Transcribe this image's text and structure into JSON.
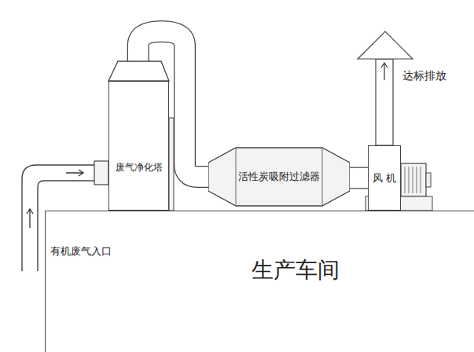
{
  "diagram": {
    "nodes": [
      {
        "text": [
          "废气净化塔"
        ]
      },
      {
        "text": [
          "活性炭吸附过滤器"
        ]
      },
      {
        "text": [
          "风 机"
        ]
      },
      {
        "text": [
          "生产车间"
        ]
      }
    ],
    "edges": [
      {
        "from": 0,
        "to": 1,
        "arrow": "none"
      },
      {
        "from": 1,
        "to": 2,
        "arrow": "none"
      }
    ],
    "labels": [
      "有机废气入口",
      "达标排放"
    ]
  }
}
